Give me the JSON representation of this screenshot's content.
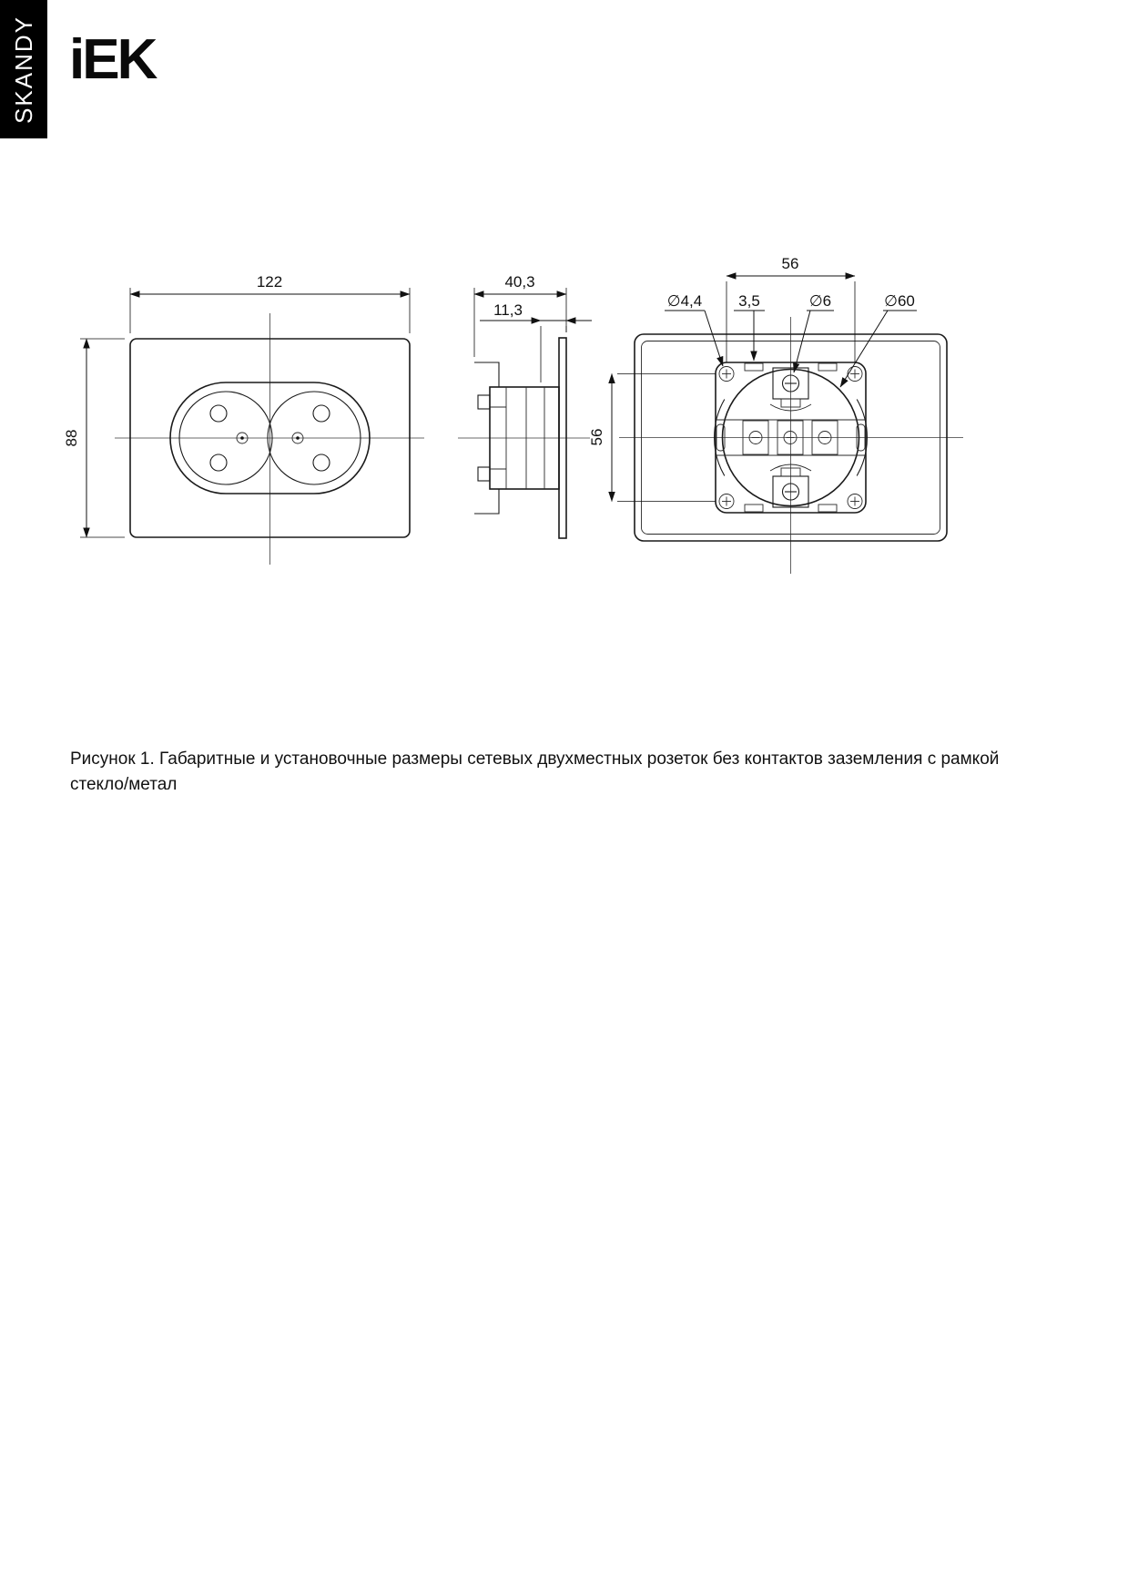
{
  "sidebar": {
    "label": "SKANDY"
  },
  "header": {
    "logo": "iEK"
  },
  "drawing": {
    "front": {
      "width": "122",
      "height": "88"
    },
    "side": {
      "depth": "40,3",
      "frame_depth": "11,3"
    },
    "back": {
      "hole_spacing_h": "56",
      "hole_spacing_v": "56",
      "screw_dia": "∅4,4",
      "slot_width": "3,5",
      "center_screw_dia": "∅6",
      "mech_dia": "∅60"
    }
  },
  "caption": {
    "text": "Рисунок 1. Габаритные и установочные размеры сетевых двухместных розеток без контактов заземления с рамкой стекло/метал"
  }
}
